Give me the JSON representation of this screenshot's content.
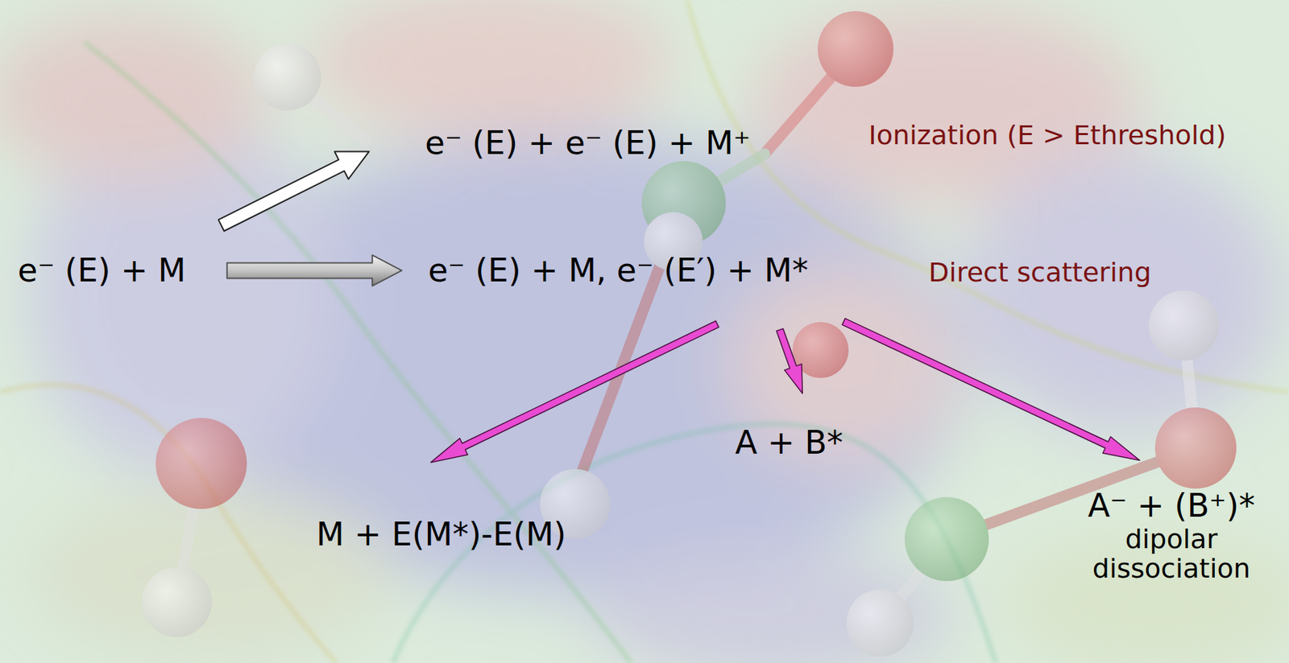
{
  "diagram": {
    "nodes": [
      {
        "text": [
          "e⁻ (E) + M"
        ]
      },
      {
        "text": [
          "e⁻ (E) + e⁻ (E) + M⁺"
        ]
      },
      {
        "text": [
          "e⁻ (E) + M, e⁻ (E′) + M*"
        ]
      },
      {
        "text": [
          "M + E(M*)-E(M)"
        ]
      },
      {
        "text": [
          "A + B*"
        ]
      },
      {
        "text": [
          "A⁻ + (B⁺)*",
          "dipolar dissociation"
        ]
      }
    ],
    "edges": [
      {
        "from": 0,
        "to": 1,
        "arrow": "to"
      },
      {
        "from": 0,
        "to": 2,
        "arrow": "to"
      },
      {
        "from": 2,
        "to": 3,
        "arrow": "to"
      },
      {
        "from": 2,
        "to": 4,
        "arrow": "to"
      },
      {
        "from": 2,
        "to": 5,
        "arrow": "to"
      }
    ],
    "labels": [
      "Ionization (E > Ethreshold)",
      "Direct scattering"
    ]
  }
}
